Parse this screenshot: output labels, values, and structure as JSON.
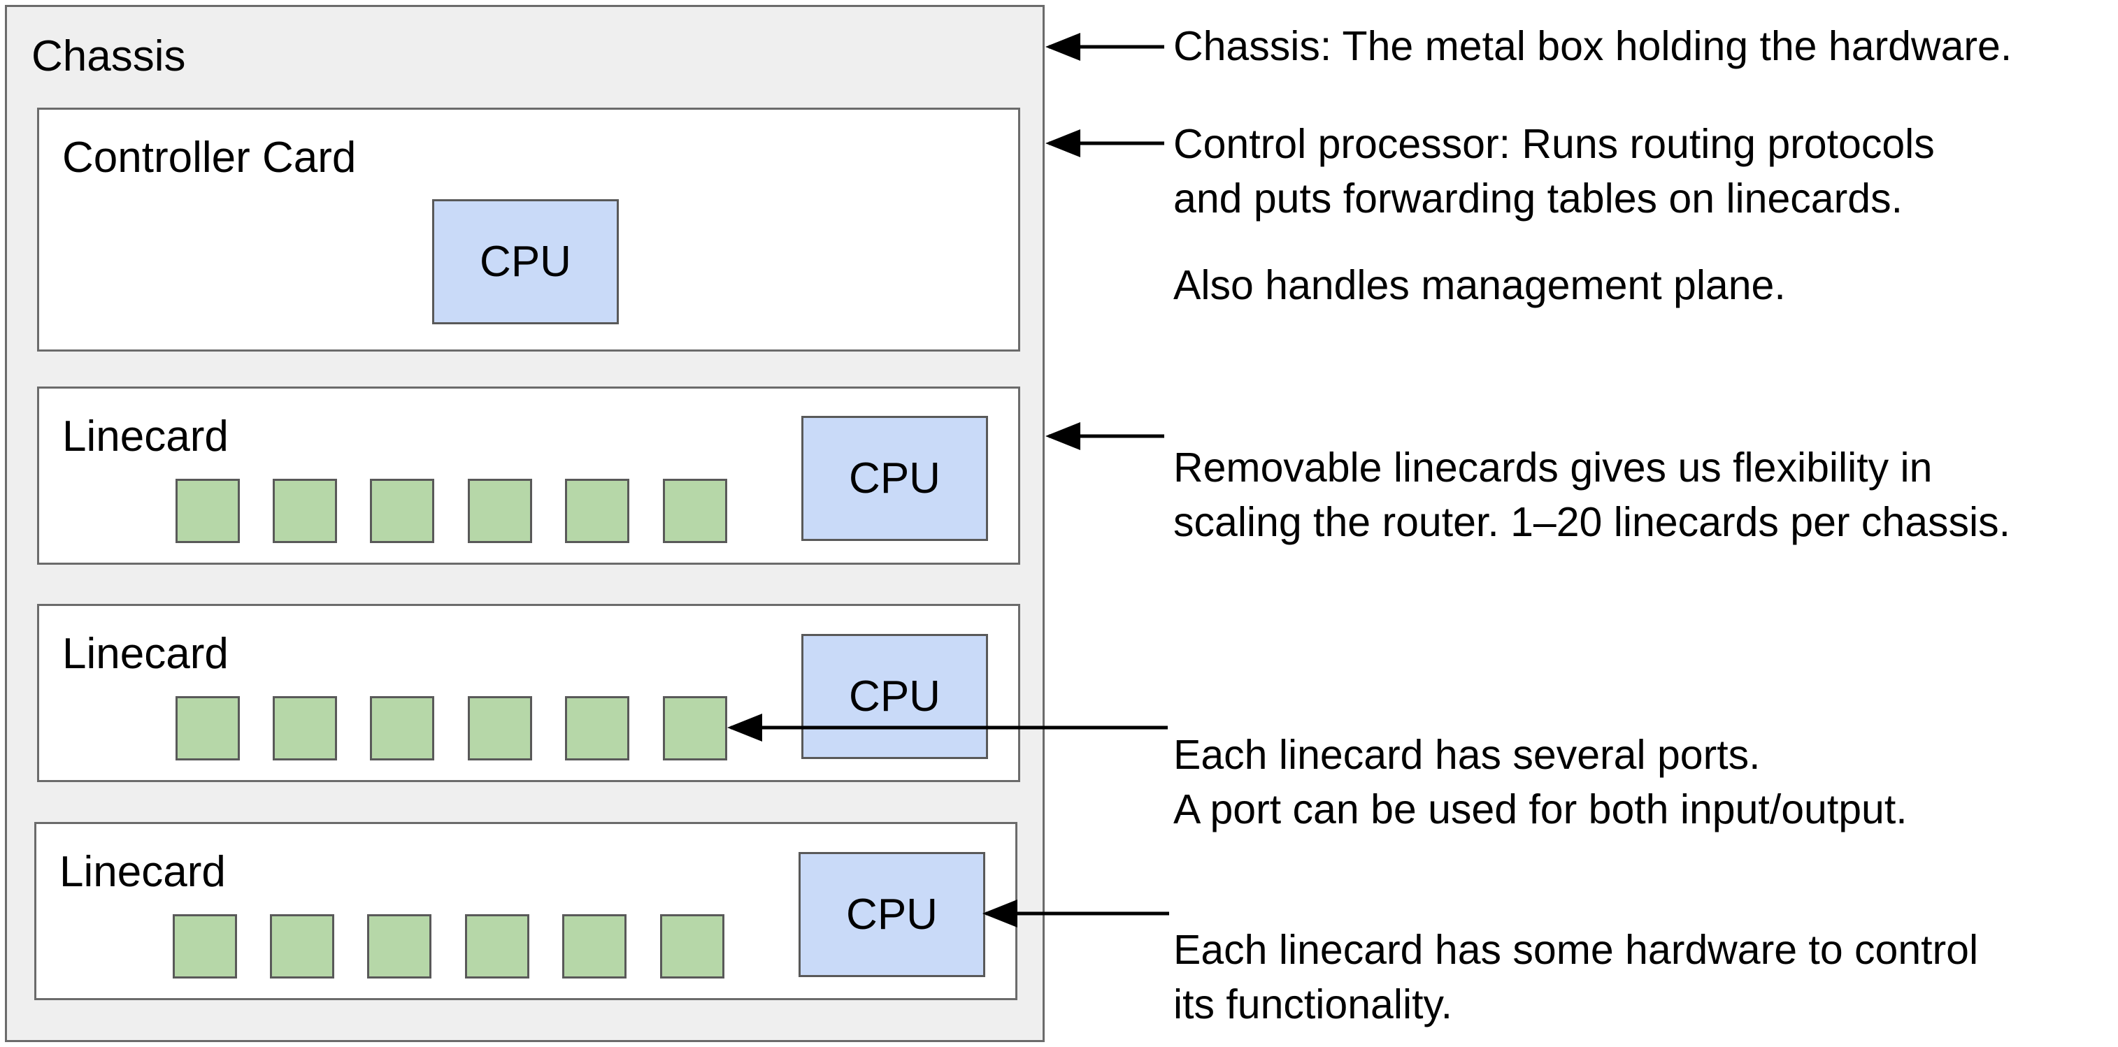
{
  "chassis": {
    "label": "Chassis"
  },
  "controller_card": {
    "label": "Controller Card",
    "cpu_label": "CPU"
  },
  "linecards": [
    {
      "label": "Linecard",
      "cpu_label": "CPU",
      "ports": 6
    },
    {
      "label": "Linecard",
      "cpu_label": "CPU",
      "ports": 6
    },
    {
      "label": "Linecard",
      "cpu_label": "CPU",
      "ports": 6
    }
  ],
  "annotations": {
    "chassis": "Chassis: The metal box holding the hardware.",
    "control_processor": [
      "Control processor: Runs routing protocols",
      "and puts forwarding tables on linecards."
    ],
    "management": "Also handles management plane.",
    "removable": [
      "Removable linecards gives us flexibility in",
      "scaling the router. 1–20 linecards per chassis."
    ],
    "ports": [
      "Each linecard has several ports.",
      "A port can be used for both input/output."
    ],
    "hardware": [
      "Each linecard has some hardware to control",
      "its functionality."
    ]
  },
  "colors": {
    "chassis_fill": "#efefef",
    "card_fill": "#ffffff",
    "cpu_fill": "#c9daf8",
    "port_fill": "#b6d7a8",
    "border": "#6b6b6b",
    "arrow": "#000000"
  }
}
